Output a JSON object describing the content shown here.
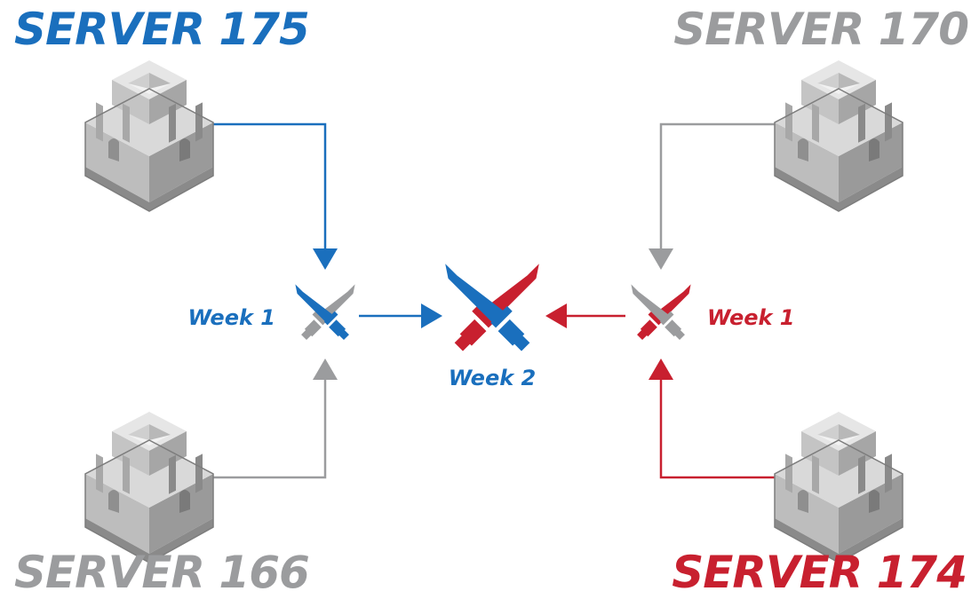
{
  "colors": {
    "blue": "#1a6fbd",
    "red": "#c8202f",
    "gray": "#9b9c9e",
    "building_light": "#d2d2d2",
    "building_mid": "#b3b3b3",
    "building_dark": "#8c8c8c"
  },
  "servers": {
    "top_left": {
      "label": "SERVER 175",
      "color": "blue"
    },
    "top_right": {
      "label": "SERVER 170",
      "color": "gray"
    },
    "bottom_left": {
      "label": "SERVER 166",
      "color": "gray"
    },
    "bottom_right": {
      "label": "SERVER 174",
      "color": "red"
    }
  },
  "battles": {
    "left": {
      "label": "Week 1",
      "color": "blue"
    },
    "center": {
      "label": "Week 2",
      "color": "blue"
    },
    "right": {
      "label": "Week 1",
      "color": "red"
    }
  },
  "icons": {
    "building": "castle-building-icon",
    "battle": "crossed-swords-icon"
  }
}
